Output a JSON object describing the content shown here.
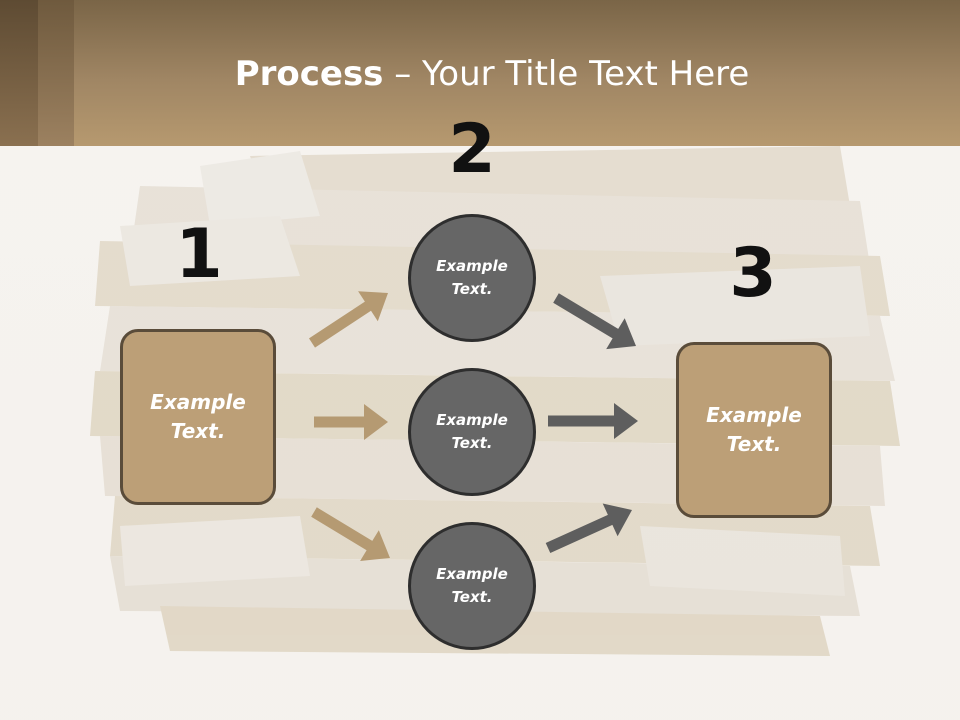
{
  "title": {
    "bold": "Process",
    "rest": " – Your Title Text Here"
  },
  "colors": {
    "header": "#a08664",
    "box_fill": "#bc9f77",
    "box_border": "#5a4c3a",
    "circle_fill": "#666666",
    "circle_border": "#2e2e2e",
    "tan_arrow": "#b59a72",
    "gray_arrow": "#5e5e5e"
  },
  "steps": {
    "step1": {
      "number": "1",
      "text": "Example Text."
    },
    "step2": {
      "number": "2",
      "circles": [
        {
          "text": "Example Text."
        },
        {
          "text": "Example Text."
        },
        {
          "text": "Example Text."
        }
      ]
    },
    "step3": {
      "number": "3",
      "text": "Example Text."
    }
  },
  "arrow_icons": [
    "arrow-right-icon"
  ]
}
